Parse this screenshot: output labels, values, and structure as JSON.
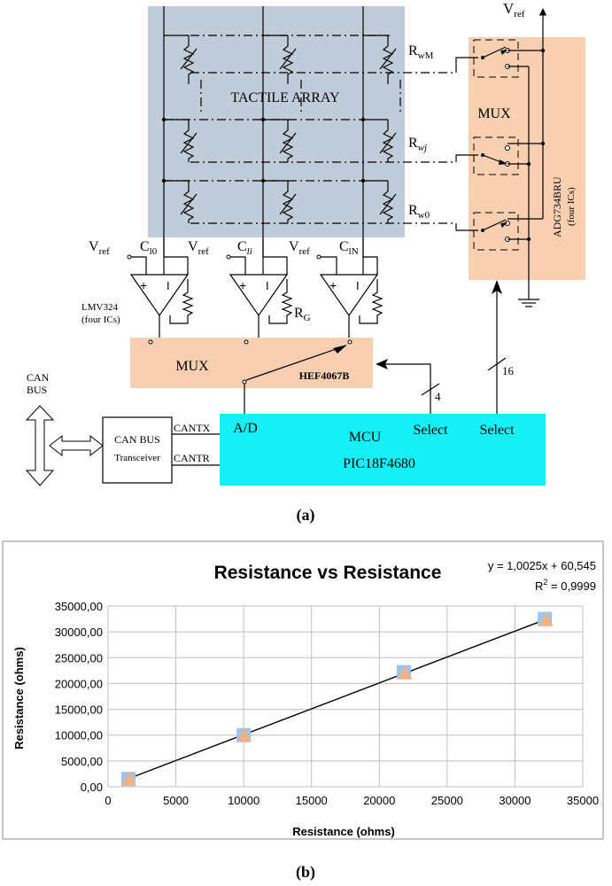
{
  "diagram": {
    "caption_a": "(a)",
    "caption_b": "(b)",
    "tactile_array_label": "TACTILE  ARRAY",
    "vref_top": "V",
    "vref_sub": "ref",
    "mux_right_label": "MUX",
    "adg_label": "ADG734BRU",
    "adg_sub_label": "(four ICs)",
    "rw_labels": [
      {
        "main": "R",
        "sub": "wM"
      },
      {
        "main": "R",
        "sub": "wj"
      },
      {
        "main": "R",
        "sub": "w0"
      }
    ],
    "opamp_vref_labels": [
      {
        "main": "V",
        "sub": "ref"
      },
      {
        "main": "V",
        "sub": "ref"
      },
      {
        "main": "V",
        "sub": "ref"
      }
    ],
    "c_labels": [
      {
        "main": "C",
        "sub": "l0"
      },
      {
        "main": "C",
        "sub": "li"
      },
      {
        "main": "C",
        "sub": "lN"
      }
    ],
    "lmv_label": "LMV324",
    "lmv_sub_label": "(four ICs)",
    "rg_label": {
      "main": "R",
      "sub": "G"
    },
    "mux_bottom_label": "MUX",
    "hef_label": "HEF4067B",
    "bus_count_4": "4",
    "bus_count_16": "16",
    "can_bus_label_1": "CAN",
    "can_bus_label_2": "BUS",
    "transceiver_label_1": "CAN BUS",
    "transceiver_label_2": "Transceiver",
    "cantx": "CANTX",
    "cantr": "CANTR",
    "ad_label": "A/D",
    "mcu_label": "MCU",
    "select_1": "Select",
    "select_2": "Select",
    "pic_label": "PIC18F4680",
    "plus_sign": "+",
    "minus_sign": "I",
    "colors": {
      "array_bg": "#c0ccd9",
      "mux_bg": "#f8cfb1",
      "mcu_bg": "#14f0f5",
      "marker_blue": "#9dc3e6",
      "marker_orange": "#f4b183"
    }
  },
  "chart_data": {
    "type": "scatter",
    "title": "Resistance vs Resistance",
    "xlabel": "Resistance (ohms)",
    "ylabel": "Resistance (ohms)",
    "xlim": [
      0,
      35000
    ],
    "ylim": [
      0,
      35000
    ],
    "x_ticks": [
      "0",
      "5000",
      "10000",
      "15000",
      "20000",
      "25000",
      "30000",
      "35000"
    ],
    "y_ticks": [
      "0,00",
      "5000,00",
      "10000,00",
      "15000,00",
      "20000,00",
      "25000,00",
      "30000,00",
      "35000,00"
    ],
    "grid": true,
    "series": [
      {
        "x": [
          1500,
          10000,
          21800,
          32200
        ],
        "y": [
          1500,
          10000,
          22200,
          32500
        ]
      },
      {
        "x": [
          1550,
          10050,
          21900,
          32300
        ],
        "y": [
          1500,
          9900,
          22000,
          32300
        ]
      }
    ],
    "trendline": {
      "slope": 1.0025,
      "intercept": 60.545,
      "x_range": [
        1500,
        32300
      ]
    },
    "equation": "y = 1,0025x + 60,545",
    "r2_main": "R",
    "r2_sup": "2",
    "r2_value": " = 0,9999"
  }
}
